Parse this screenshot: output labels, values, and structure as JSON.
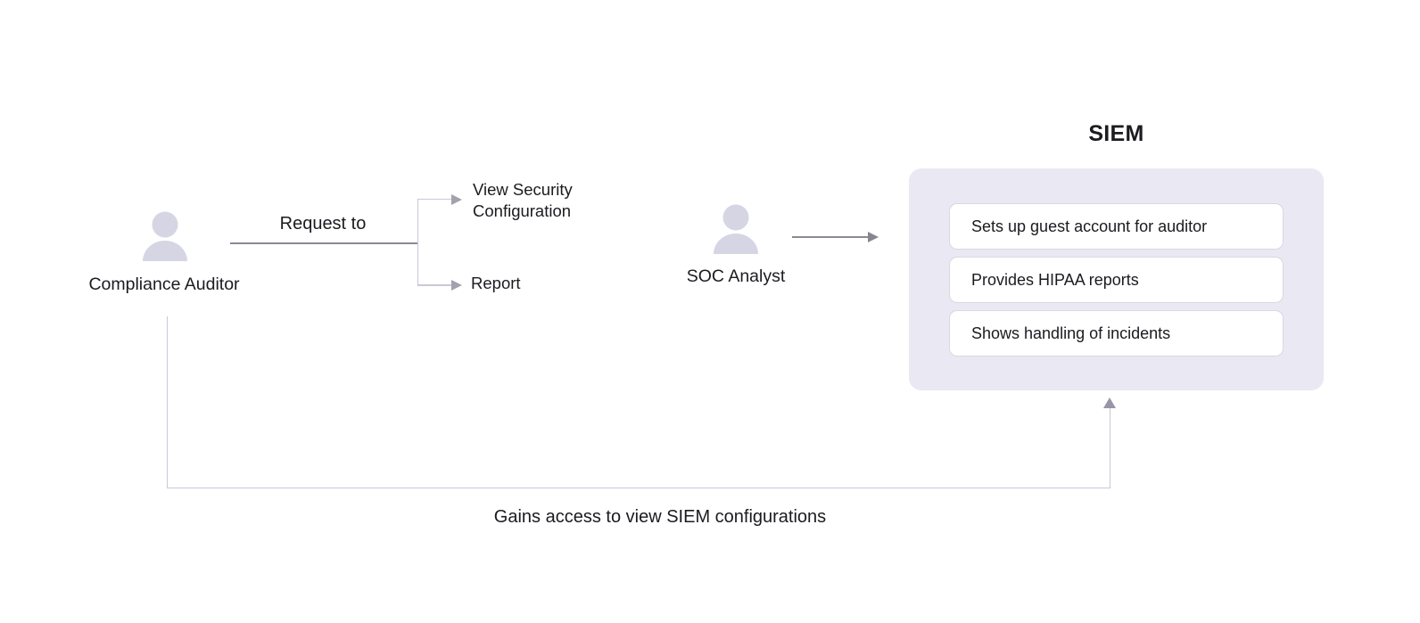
{
  "diagram": {
    "actors": {
      "compliance_auditor": {
        "label": "Compliance Auditor"
      },
      "soc_analyst": {
        "label": "SOC Analyst"
      }
    },
    "edges": {
      "request_to_label": "Request to",
      "view_security_configuration_label": "View Security Configuration",
      "report_label": "Report",
      "feedback_label": "Gains access to view SIEM configurations"
    },
    "siem": {
      "title": "SIEM",
      "capabilities": [
        "Sets up guest account for auditor",
        "Provides HIPAA reports",
        "Shows handling of incidents"
      ]
    },
    "colors": {
      "person_icon": "#d6d5e4",
      "siem_panel_bg": "#e9e8f3",
      "card_bg": "#ffffff",
      "card_border": "#d9d8e3",
      "connector_gray": "#8a8a94",
      "connector_light": "#c9c8d7",
      "arrowhead": "#9896a6",
      "text": "#1b1b20"
    }
  }
}
